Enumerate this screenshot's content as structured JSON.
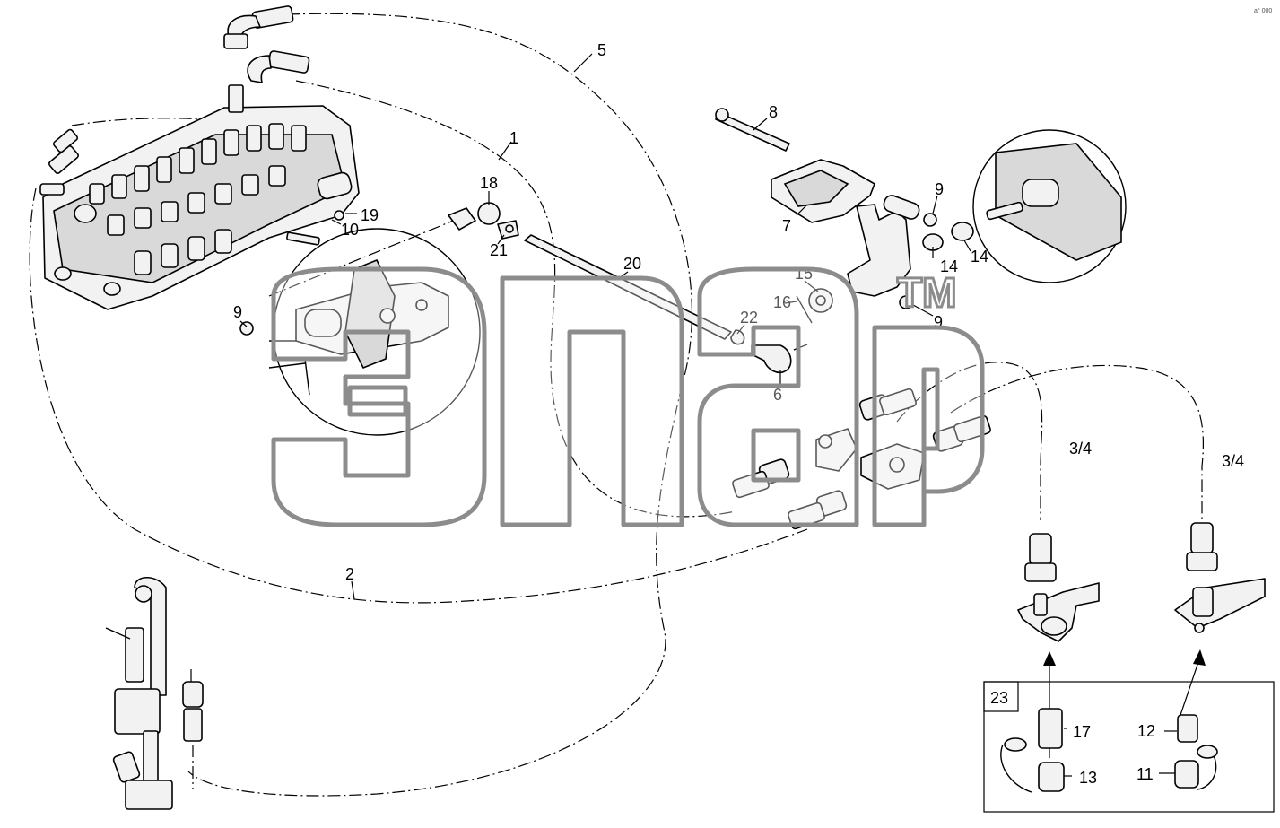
{
  "diagram": {
    "callouts": {
      "c1": "1",
      "c2": "2",
      "c5": "5",
      "c6": "6",
      "c7": "7",
      "c8": "8",
      "c9a": "9",
      "c9b": "9",
      "c9c": "9",
      "c10": "10",
      "c11": "11",
      "c12": "12",
      "c13": "13",
      "c14a": "14",
      "c14b": "14",
      "c15": "15",
      "c16": "16",
      "c17": "17",
      "c18": "18",
      "c19": "19",
      "c20": "20",
      "c21": "21",
      "c22": "22",
      "c23": "23",
      "c34a": "3/4",
      "c34b": "3/4"
    },
    "watermark": {
      "trademark": "TM"
    },
    "corner_mark": "a° 000"
  }
}
